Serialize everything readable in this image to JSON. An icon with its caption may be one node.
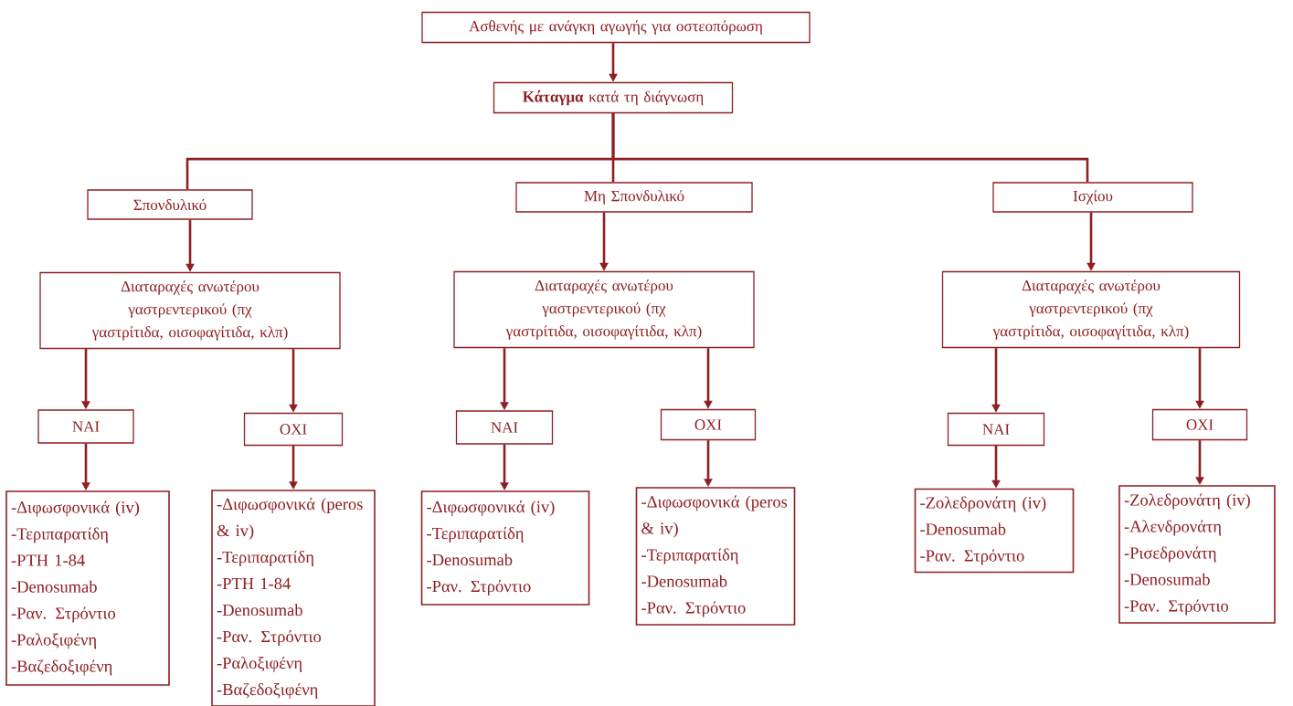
{
  "diagram": {
    "nodes": [
      {
        "text": [
          "Ασθενής με ανάγκη αγωγής για οστεοπόρωση"
        ]
      },
      {
        "text": [
          "**Κάταγμα** κατά τη διάγνωση"
        ]
      },
      {
        "text": [
          "Σπονδυλικό"
        ]
      },
      {
        "text": [
          "Μη Σπονδυλικό"
        ]
      },
      {
        "text": [
          "Ισχίου"
        ]
      },
      {
        "text": [
          "Διαταραχές ανωτέρου γαστρεντερικού (πχ γαστρίτιδα, οισοφαγίτιδα, κλπ)"
        ]
      },
      {
        "text": [
          "Διαταραχές ανωτέρου γαστρεντερικού (πχ γαστρίτιδα, οισοφαγίτιδα, κλπ)"
        ]
      },
      {
        "text": [
          "Διαταραχές ανωτέρου γαστρεντερικού (πχ γαστρίτιδα, οισοφαγίτιδα, κλπ)"
        ]
      },
      {
        "text": [
          "ΝΑΙ"
        ]
      },
      {
        "text": [
          "ΟΧΙ"
        ]
      },
      {
        "text": [
          "ΝΑΙ"
        ]
      },
      {
        "text": [
          "ΟΧΙ"
        ]
      },
      {
        "text": [
          "ΝΑΙ"
        ]
      },
      {
        "text": [
          "ΟΧΙ"
        ]
      },
      {
        "text": [
          "-Διφωσφονικά (iv)",
          "-Τεριπαρατίδη",
          "-PTH 1-84",
          "-Denosumab",
          "-Ραν. Στρόντιο",
          "-Ραλοξιφένη",
          "-Βαζεδοξιφένη"
        ]
      },
      {
        "text": [
          "-Διφωσφονικά (peros & iv)",
          "-Τεριπαρατίδη",
          "-PTH 1-84",
          "-Denosumab",
          "-Ραν. Στρόντιο",
          "-Ραλοξιφένη",
          "-Βαζεδοξιφένη"
        ]
      },
      {
        "text": [
          "-Διφωσφονικά (iv)",
          "-Τεριπαρατίδη",
          "-Denosumab",
          "-Ραν. Στρόντιο"
        ]
      },
      {
        "text": [
          "-Διφωσφονικά (peros & iv)",
          "-Τεριπαρατίδη",
          "-Denosumab",
          "-Ραν. Στρόντιο"
        ]
      },
      {
        "text": [
          "-Ζολεδρονάτη (iv)",
          "-Denosumab",
          "-Ραν. Στρόντιο"
        ]
      },
      {
        "text": [
          "-Ζολεδρονάτη (iv)",
          "-Αλενδρονάτη",
          "-Ρισεδρονάτη",
          "-Denosumab",
          "-Ραν. Στρόντιο"
        ]
      }
    ],
    "edges": [
      {
        "from": 0,
        "to": 1,
        "arrow": "to"
      },
      {
        "from": 1,
        "to": 2,
        "arrow": "none"
      },
      {
        "from": 1,
        "to": 3,
        "arrow": "none"
      },
      {
        "from": 1,
        "to": 4,
        "arrow": "none"
      },
      {
        "from": 2,
        "to": 5,
        "arrow": "to"
      },
      {
        "from": 3,
        "to": 6,
        "arrow": "to"
      },
      {
        "from": 4,
        "to": 7,
        "arrow": "to"
      },
      {
        "from": 5,
        "to": 8,
        "arrow": "to"
      },
      {
        "from": 5,
        "to": 9,
        "arrow": "to"
      },
      {
        "from": 6,
        "to": 10,
        "arrow": "to"
      },
      {
        "from": 6,
        "to": 11,
        "arrow": "to"
      },
      {
        "from": 7,
        "to": 12,
        "arrow": "to"
      },
      {
        "from": 7,
        "to": 13,
        "arrow": "to"
      },
      {
        "from": 8,
        "to": 14,
        "arrow": "to"
      },
      {
        "from": 9,
        "to": 15,
        "arrow": "to"
      },
      {
        "from": 10,
        "to": 16,
        "arrow": "to"
      },
      {
        "from": 11,
        "to": 17,
        "arrow": "to"
      },
      {
        "from": 12,
        "to": 18,
        "arrow": "to"
      },
      {
        "from": 13,
        "to": 19,
        "arrow": "to"
      }
    ]
  }
}
